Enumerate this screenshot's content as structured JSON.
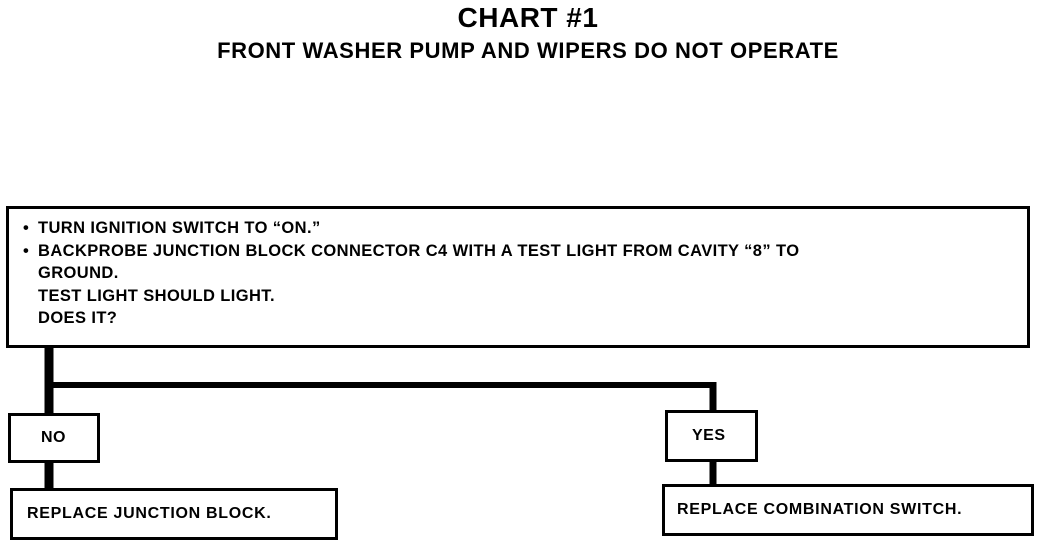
{
  "title": "CHART #1",
  "subtitle": "FRONT WASHER PUMP AND WIPERS DO NOT OPERATE",
  "question": {
    "bullet_glyph": "•",
    "line1": "TURN IGNITION SWITCH TO “ON.”",
    "line2": "BACKPROBE JUNCTION BLOCK CONNECTOR C4 WITH A TEST LIGHT FROM CAVITY “8” TO",
    "line3": "GROUND.",
    "line4": "TEST LIGHT SHOULD LIGHT.",
    "line5": "DOES IT?"
  },
  "branches": {
    "no": {
      "label": "NO",
      "action": "REPLACE JUNCTION BLOCK."
    },
    "yes": {
      "label": "YES",
      "action": "REPLACE COMBINATION SWITCH."
    }
  },
  "colors": {
    "line": "#000000",
    "background": "#ffffff"
  }
}
